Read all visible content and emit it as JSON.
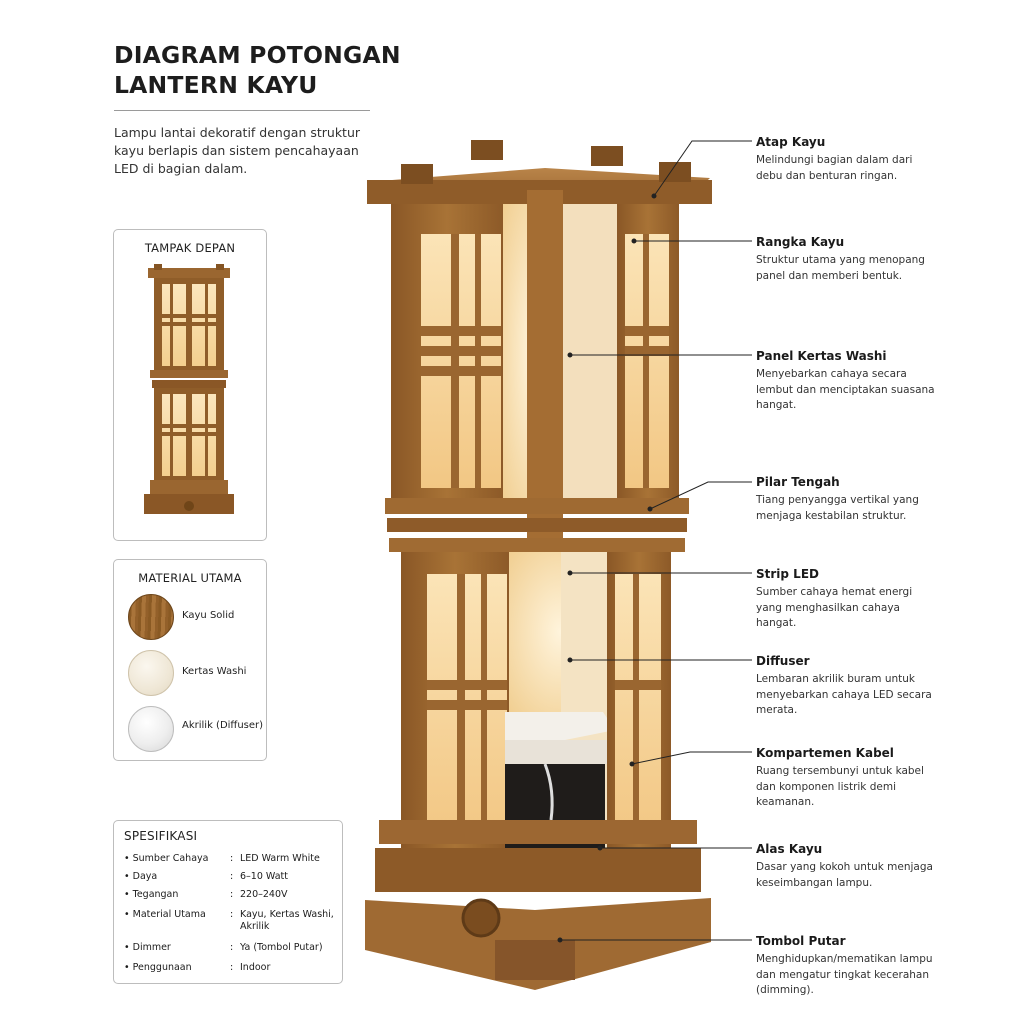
{
  "header": {
    "title_line1": "DIAGRAM POTONGAN",
    "title_line2": "LANTERN KAYU",
    "subtitle": "Lampu lantai dekoratif dengan struktur kayu berlapis dan sistem pencahayaan LED di bagian dalam."
  },
  "front_view": {
    "title": "TAMPAK DEPAN"
  },
  "materials": {
    "title": "MATERIAL UTAMA",
    "items": [
      {
        "label": "Kayu Solid",
        "icon": "wood-swatch-icon"
      },
      {
        "label": "Kertas Washi",
        "icon": "washi-swatch-icon"
      },
      {
        "label": "Akrilik (Diffuser)",
        "icon": "acrylic-swatch-icon"
      }
    ]
  },
  "specs": {
    "title": "SPESIFIKASI",
    "separator": ":",
    "rows": [
      {
        "key": "Sumber Cahaya",
        "value": "LED Warm White"
      },
      {
        "key": "Daya",
        "value": "6–10 Watt"
      },
      {
        "key": "Tegangan",
        "value": "220–240V"
      },
      {
        "key": "Material Utama",
        "value": "Kayu, Kertas Washi, Akrilik"
      },
      {
        "key": "Dimmer",
        "value": "Ya (Tombol Putar)"
      },
      {
        "key": "Penggunaan",
        "value": "Indoor"
      }
    ]
  },
  "callouts": [
    {
      "title": "Atap Kayu",
      "desc": "Melindungi bagian dalam dari debu dan benturan ringan."
    },
    {
      "title": "Rangka Kayu",
      "desc": "Struktur utama yang menopang panel dan memberi bentuk."
    },
    {
      "title": "Panel Kertas Washi",
      "desc": "Menyebarkan cahaya secara lembut dan menciptakan suasana hangat."
    },
    {
      "title": "Pilar Tengah",
      "desc": "Tiang penyangga vertikal yang menjaga kestabilan struktur."
    },
    {
      "title": "Strip LED",
      "desc": "Sumber cahaya hemat energi yang menghasilkan cahaya hangat."
    },
    {
      "title": "Diffuser",
      "desc": "Lembaran akrilik buram untuk menyebarkan cahaya LED secara merata."
    },
    {
      "title": "Kompartemen Kabel",
      "desc": "Ruang tersembunyi untuk kabel dan komponen listrik demi keamanan."
    },
    {
      "title": "Alas Kayu",
      "desc": "Dasar yang kokoh untuk menjaga keseimbangan lampu."
    },
    {
      "title": "Tombol Putar",
      "desc": "Menghidupkan/mematikan lampu dan mengatur tingkat kecerahan (dimming)."
    }
  ],
  "colors": {
    "wood": "#a06a30",
    "wood_dark": "#6f4518",
    "glow": "#f7d9a2",
    "text": "#1c1c1c"
  }
}
